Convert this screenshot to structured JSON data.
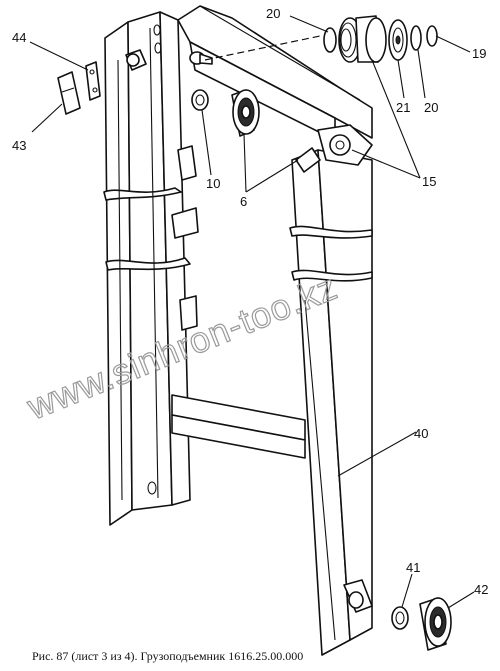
{
  "callouts": [
    "44",
    "43",
    "20",
    "19",
    "21",
    "20",
    "10",
    "6",
    "15",
    "40",
    "41",
    "42"
  ],
  "watermark": "www.sinhron-too.kz",
  "caption": "Рис. 87 (лист 3 из 4). Грузоподъемник 1616.25.00.000"
}
